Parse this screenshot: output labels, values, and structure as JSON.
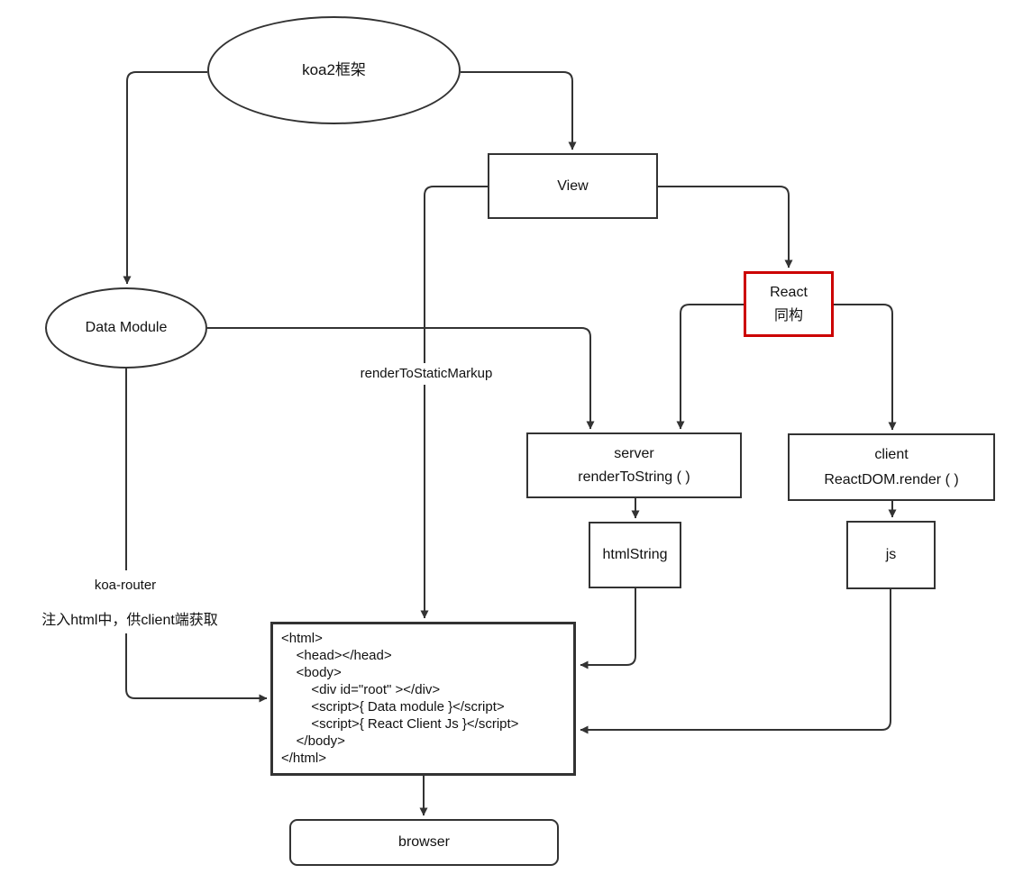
{
  "diagram": {
    "colors": {
      "line": "#333333",
      "accent_red": "#cc0000",
      "background": "#ffffff"
    },
    "nodes": {
      "koa2": {
        "label": "koa2框架"
      },
      "data_module": {
        "label": "Data Module"
      },
      "view": {
        "label": "View"
      },
      "react": {
        "label": "React",
        "sublabel": "同构"
      },
      "server": {
        "label": "server",
        "sublabel": "renderToString ( )"
      },
      "client": {
        "label": "client",
        "sublabel": "ReactDOM.render ( )"
      },
      "html_string": {
        "label": "htmlString"
      },
      "js": {
        "label": "js"
      },
      "html_code": {
        "code": "<html>\n    <head></head>\n    <body>\n        <div id=\"root\" ></div>\n        <script>{ Data module }</script>\n        <script>{ React Client Js }</script>\n    </body>\n</html>"
      },
      "browser": {
        "label": "browser"
      }
    },
    "edge_labels": {
      "render_to_static_markup": "renderToStaticMarkup",
      "koa_router": "koa-router",
      "inject_note": "注入html中，供client端获取"
    }
  }
}
